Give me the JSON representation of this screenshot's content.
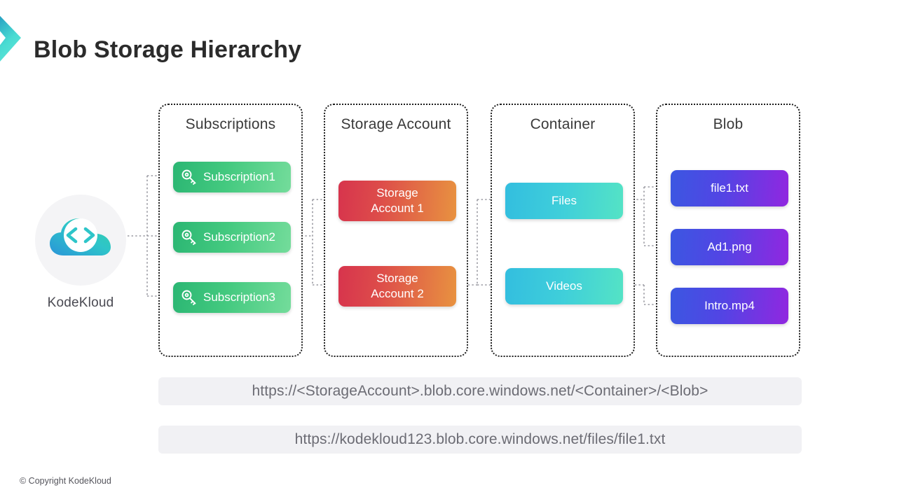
{
  "brand": {
    "chevron_icon": "chevron-right-logo",
    "logo_icon": "kodekloud-cloud-code-icon",
    "logo_caption": "KodeKloud",
    "accent_teal": "#4ddcd0",
    "accent_deep": "#1b3a68"
  },
  "header": {
    "title": "Blob Storage Hierarchy"
  },
  "columns": [
    {
      "id": "subscriptions",
      "title": "Subscriptions",
      "nodes": [
        {
          "label": "Subscription1",
          "icon": "key-icon"
        },
        {
          "label": "Subscription2",
          "icon": "key-icon"
        },
        {
          "label": "Subscription3",
          "icon": "key-icon"
        }
      ],
      "gradient_from": "#2bb673",
      "gradient_to": "#74dc9b"
    },
    {
      "id": "storage-account",
      "title": "Storage Account",
      "nodes": [
        {
          "label": "Storage\nAccount 1"
        },
        {
          "label": "Storage\nAccount 2"
        }
      ],
      "gradient_from": "#d7344d",
      "gradient_to": "#e89240"
    },
    {
      "id": "container",
      "title": "Container",
      "nodes": [
        {
          "label": "Files"
        },
        {
          "label": "Videos"
        }
      ],
      "gradient_from": "#33bedf",
      "gradient_to": "#54e3c5"
    },
    {
      "id": "blob",
      "title": "Blob",
      "nodes": [
        {
          "label": "file1.txt"
        },
        {
          "label": "Ad1.png"
        },
        {
          "label": "Intro.mp4"
        }
      ],
      "gradient_from": "#3b57e2",
      "gradient_to": "#9127e0"
    }
  ],
  "urls": {
    "template": "https://<StorageAccount>.blob.core.windows.net/<Container>/<Blob>",
    "example": "https://kodekloud123.blob.core.windows.net/files/file1.txt"
  },
  "footer": {
    "copyright": "© Copyright KodeKloud"
  }
}
